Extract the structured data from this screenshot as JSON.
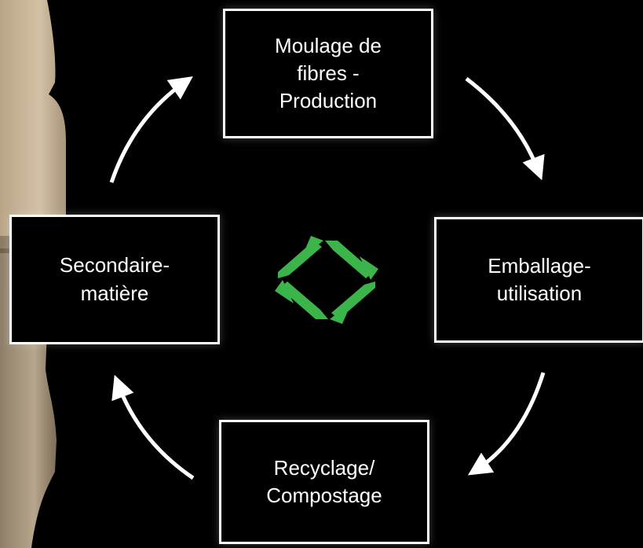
{
  "diagram": {
    "nodes": [
      {
        "id": "top",
        "label": "Moulage de\nfibres -\nProduction"
      },
      {
        "id": "right",
        "label": "Emballage-\nutilisation"
      },
      {
        "id": "bottom",
        "label": "Recyclage/\nCompostage"
      },
      {
        "id": "left",
        "label": "Secondaire-\nmatière"
      }
    ],
    "flow": [
      "top",
      "right",
      "bottom",
      "left",
      "top"
    ]
  },
  "colors": {
    "background": "#000000",
    "box_border": "#ffffff",
    "text": "#ffffff",
    "arrow": "#ffffff",
    "recycle_icon": "#3bb54a",
    "photo_beige": "#c8b69a"
  },
  "icons": {
    "center": "recycle-icon"
  }
}
